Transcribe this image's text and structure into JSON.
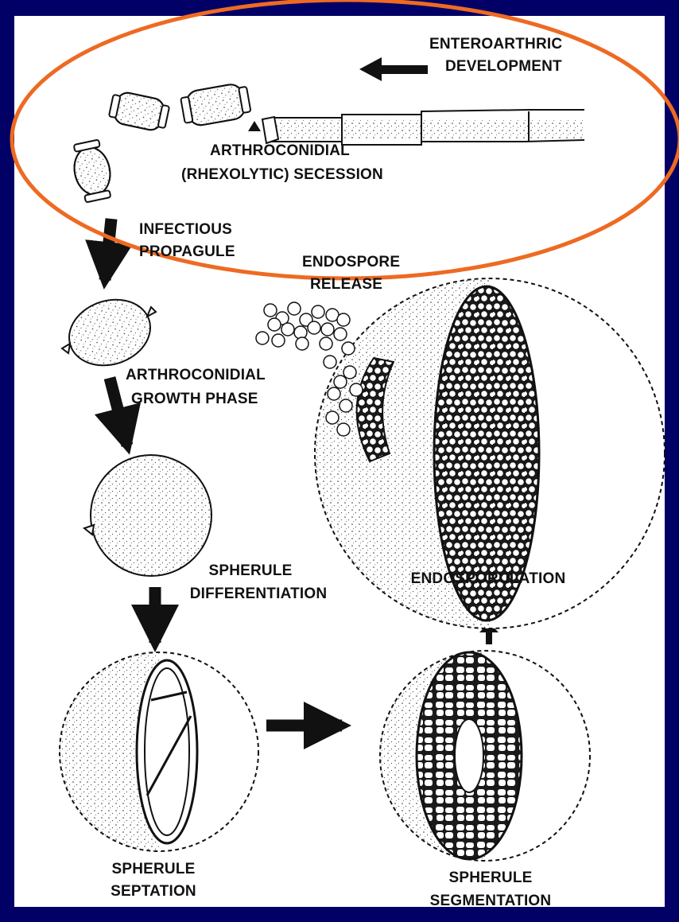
{
  "figure": {
    "colors": {
      "background": "#000066",
      "panel": "#ffffff",
      "ink": "#111111",
      "highlight": "#ee6a22"
    },
    "labels": {
      "enteroarthric_l1": "ENTEROARTHRIC",
      "enteroarthric_l2": "DEVELOPMENT",
      "secession_l1": "ARTHROCONIDIAL",
      "secession_l2": "(RHEXOLYTIC) SECESSION",
      "propagule_l1": "INFECTIOUS",
      "propagule_l2": "PROPAGULE",
      "endospore_l1": "ENDOSPORE",
      "endospore_l2": "RELEASE",
      "growth_l1": "ARTHROCONIDIAL",
      "growth_l2": "GROWTH PHASE",
      "differentiation_l1": "SPHERULE",
      "differentiation_l2": "DIFFERENTIATION",
      "endosporulation": "ENDOSPORULATION",
      "septation_l1": "SPHERULE",
      "septation_l2": "SEPTATION",
      "segmentation_l1": "SPHERULE",
      "segmentation_l2": "SEGMENTATION"
    }
  }
}
